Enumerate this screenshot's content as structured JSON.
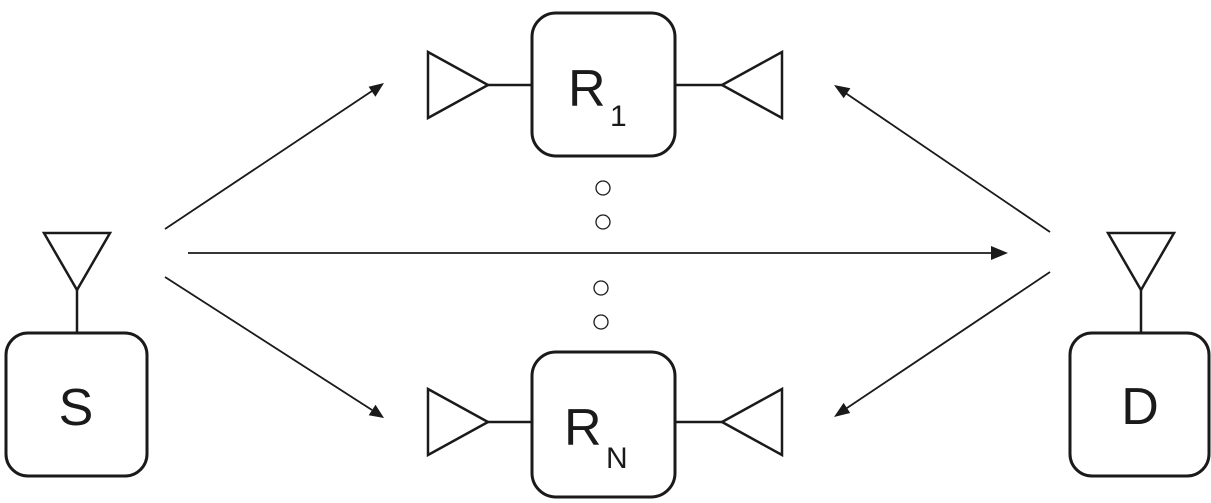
{
  "nodes": {
    "source": {
      "label": "S"
    },
    "destination": {
      "label": "D"
    },
    "relay_top": {
      "label": "R",
      "subscript": "1"
    },
    "relay_bottom": {
      "label": "R",
      "subscript": "N"
    }
  },
  "colors": {
    "stroke": "#1a1a1a",
    "background": "#ffffff"
  }
}
